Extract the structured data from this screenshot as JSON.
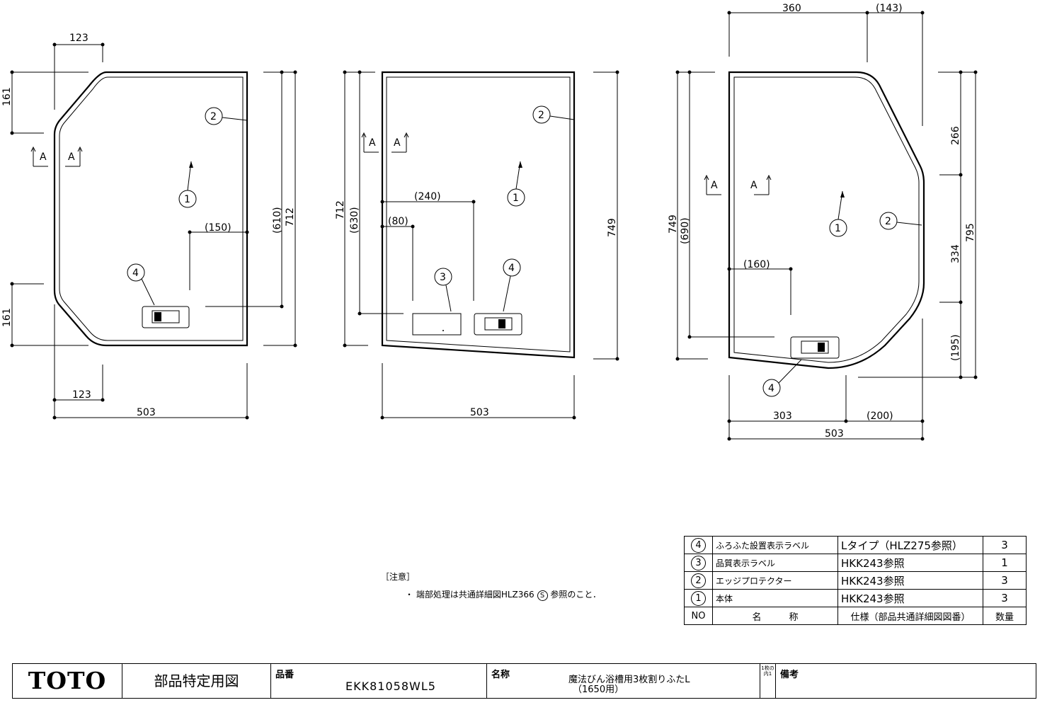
{
  "drawing": {
    "view_left": {
      "dims": {
        "top_chamfer": "123",
        "bottom_chamfer": "123",
        "width": "503",
        "upper_height": "161",
        "lower_height": "161",
        "inner_height": "(610)",
        "height": "712",
        "offset": "(150)"
      },
      "balloons": [
        "2",
        "1",
        "4"
      ],
      "section": [
        "A",
        "A"
      ]
    },
    "view_center": {
      "dims": {
        "width": "503",
        "height_right": "749",
        "height_left": "712",
        "inner_height": "(630)",
        "offset_240": "(240)",
        "offset_80": "(80)"
      },
      "balloons": [
        "2",
        "1",
        "3",
        "4"
      ],
      "section": [
        "A",
        "A"
      ]
    },
    "view_right": {
      "dims": {
        "top_left": "360",
        "top_right": "(143)",
        "bottom_left": "303",
        "bottom_right": "(200)",
        "width": "503",
        "height_left": "749",
        "inner_height": "(690)",
        "seg_top": "266",
        "seg_mid": "334",
        "seg_bottom": "(195)",
        "height_right": "795",
        "offset": "(160)"
      },
      "balloons": [
        "2",
        "1",
        "4"
      ],
      "section": [
        "A",
        "A"
      ]
    }
  },
  "notes": {
    "heading": "［注意］",
    "bullet": "・",
    "line_before": "端部処理は共通詳細図HLZ366",
    "symbol": "S",
    "line_after": "参照のこと．"
  },
  "parts_table": {
    "rows": [
      {
        "no": "4",
        "name": "ふろふた設置表示ラベル",
        "spec": "Lタイプ（HLZ275参照）",
        "qty": "3"
      },
      {
        "no": "3",
        "name": "品質表示ラベル",
        "spec": "HKK243参照",
        "qty": "1"
      },
      {
        "no": "2",
        "name": "エッジプロテクター",
        "spec": "HKK243参照",
        "qty": "3"
      },
      {
        "no": "1",
        "name": "本体",
        "spec": "HKK243参照",
        "qty": "3"
      }
    ],
    "header": {
      "no": "NO",
      "name": "名　　　称",
      "spec": "仕様（部品共通詳細図図番）",
      "qty": "数量"
    }
  },
  "title_block": {
    "logo": "TOTO",
    "doc_type": "部品特定用図",
    "part_number_label": "品番",
    "part_number": "EKK81058WL5",
    "name_label": "名称",
    "name_line1": "魔法びん浴槽用3枚割りふたL",
    "name_line2": "（1650用）",
    "sheet": "1枚の内1",
    "remarks_label": "備考"
  }
}
